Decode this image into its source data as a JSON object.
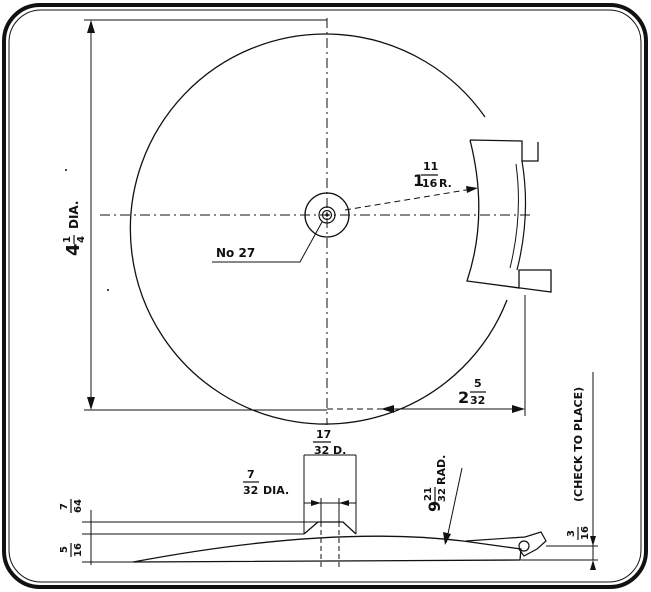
{
  "labels": {
    "diameter_whole": "4",
    "diameter_num": "1",
    "diameter_den": "4",
    "diameter_suffix": "DIA.",
    "radius_whole": "1",
    "radius_num": "11",
    "radius_den": "16",
    "radius_suffix": "R.",
    "rivet_label": "No 27",
    "offset_whole": "2",
    "offset_num": "5",
    "offset_den": "32",
    "boss_num": "17",
    "boss_den": "32",
    "boss_suffix": "D.",
    "hole_num": "7",
    "hole_den": "32",
    "hole_suffix": "DIA.",
    "boss_height_num": "7",
    "boss_height_den": "64",
    "disc_thickness_num": "5",
    "disc_thickness_den": "16",
    "dome_whole": "9",
    "dome_num": "21",
    "dome_den": "32",
    "dome_suffix": "RAD.",
    "tab_num": "3",
    "tab_den": "16",
    "tab_note": "(CHECK TO PLACE)"
  }
}
